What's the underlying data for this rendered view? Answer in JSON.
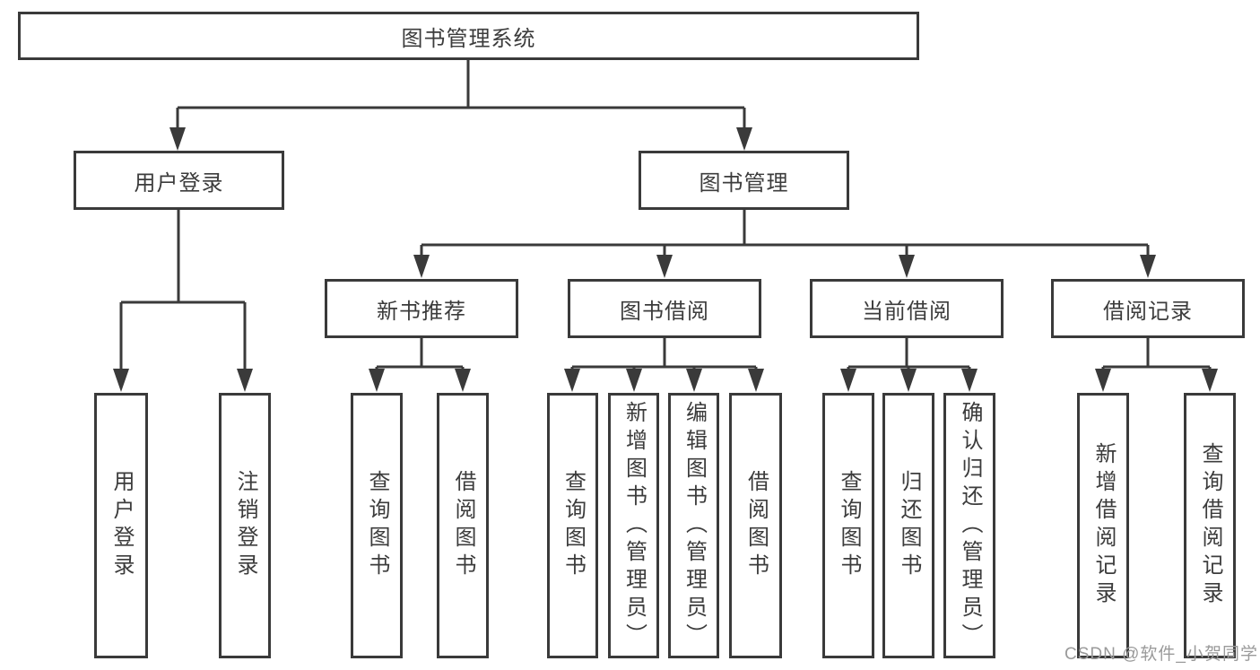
{
  "diagram": {
    "root": {
      "label": "图书管理系统"
    },
    "level2": [
      {
        "label": "用户登录"
      },
      {
        "label": "图书管理"
      }
    ],
    "level3": [
      {
        "label": "新书推荐"
      },
      {
        "label": "图书借阅"
      },
      {
        "label": "当前借阅"
      },
      {
        "label": "借阅记录"
      }
    ],
    "leaves": [
      {
        "label": "用户登录"
      },
      {
        "label": "注销登录"
      },
      {
        "label": "查询图书"
      },
      {
        "label": "借阅图书"
      },
      {
        "label": "查询图书"
      },
      {
        "label": "新增图书（管理员）"
      },
      {
        "label": "编辑图书（管理员）"
      },
      {
        "label": "借阅图书"
      },
      {
        "label": "查询图书"
      },
      {
        "label": "归还图书"
      },
      {
        "label": "确认归还（管理员）"
      },
      {
        "label": "新增借阅记录"
      },
      {
        "label": "查询借阅记录"
      }
    ],
    "colors": {
      "line": "#3a3a3a",
      "text": "#3c3c3c",
      "watermark": "#9a9a9a",
      "background": "#ffffff"
    },
    "watermark": "CSDN @软件_小贺同学"
  }
}
